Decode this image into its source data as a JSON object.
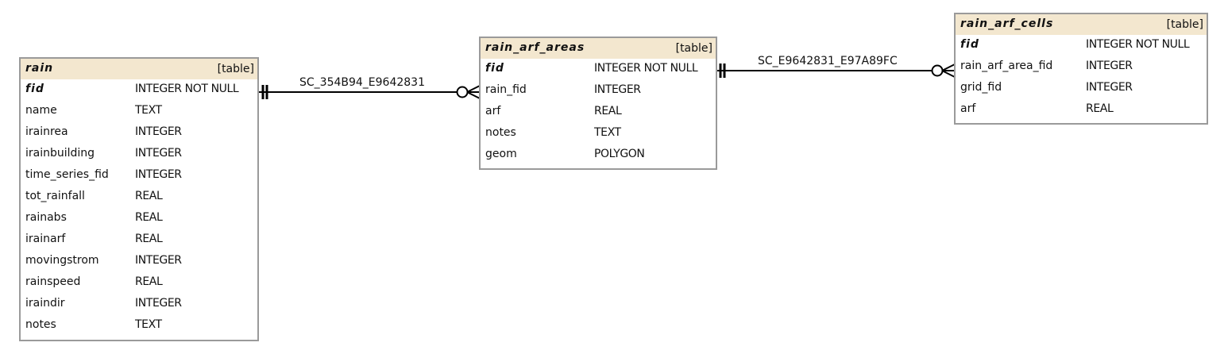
{
  "tables": {
    "rain": {
      "name": "rain",
      "kind": "[table]",
      "columns": [
        {
          "name": "fid",
          "type": "INTEGER NOT NULL",
          "pk": true
        },
        {
          "name": "name",
          "type": "TEXT"
        },
        {
          "name": "irainrea",
          "type": "INTEGER"
        },
        {
          "name": "irainbuilding",
          "type": "INTEGER"
        },
        {
          "name": "time_series_fid",
          "type": "INTEGER"
        },
        {
          "name": "tot_rainfall",
          "type": "REAL"
        },
        {
          "name": "rainabs",
          "type": "REAL"
        },
        {
          "name": "irainarf",
          "type": "REAL"
        },
        {
          "name": "movingstrom",
          "type": "INTEGER"
        },
        {
          "name": "rainspeed",
          "type": "REAL"
        },
        {
          "name": "iraindir",
          "type": "INTEGER"
        },
        {
          "name": "notes",
          "type": "TEXT"
        }
      ]
    },
    "rain_arf_areas": {
      "name": "rain_arf_areas",
      "kind": "[table]",
      "columns": [
        {
          "name": "fid",
          "type": "INTEGER NOT NULL",
          "pk": true
        },
        {
          "name": "rain_fid",
          "type": "INTEGER"
        },
        {
          "name": "arf",
          "type": "REAL"
        },
        {
          "name": "notes",
          "type": "TEXT"
        },
        {
          "name": "geom",
          "type": "POLYGON"
        }
      ]
    },
    "rain_arf_cells": {
      "name": "rain_arf_cells",
      "kind": "[table]",
      "columns": [
        {
          "name": "fid",
          "type": "INTEGER NOT NULL",
          "pk": true
        },
        {
          "name": "rain_arf_area_fid",
          "type": "INTEGER"
        },
        {
          "name": "grid_fid",
          "type": "INTEGER"
        },
        {
          "name": "arf",
          "type": "REAL"
        }
      ]
    }
  },
  "relationships": [
    {
      "label": "SC_354B94_E9642831",
      "from": "rain",
      "to": "rain_arf_areas"
    },
    {
      "label": "SC_E9642831_E97A89FC",
      "from": "rain_arf_areas",
      "to": "rain_arf_cells"
    }
  ]
}
